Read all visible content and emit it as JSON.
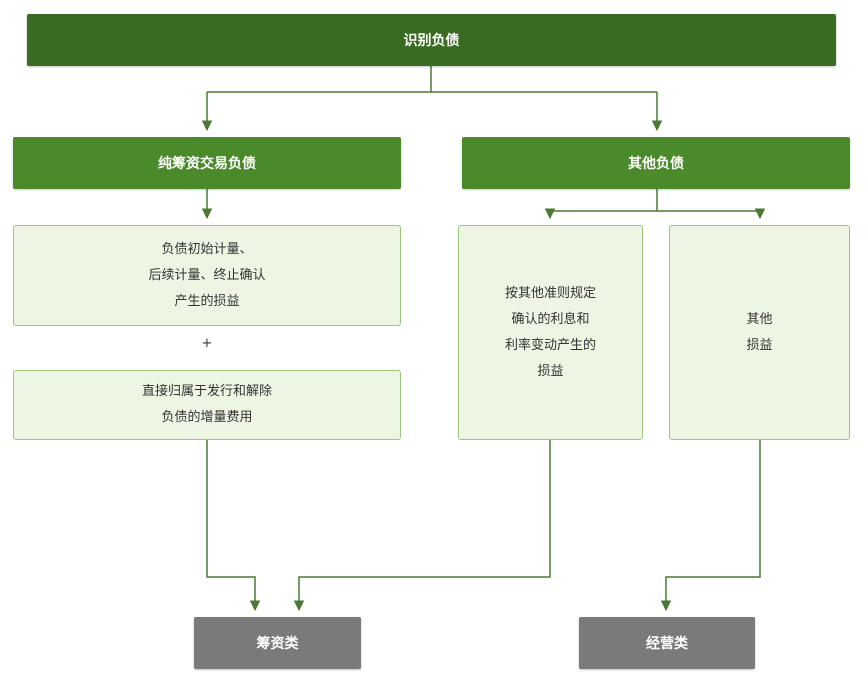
{
  "root": {
    "label": "识别负债"
  },
  "pure_financing": {
    "label": "纯筹资交易负债"
  },
  "other_liability": {
    "label": "其他负债"
  },
  "initial_measurement": {
    "lines": [
      "负债初始计量、",
      "后续计量、终止确认",
      "产生的损益"
    ]
  },
  "plus_sign": "+",
  "direct_costs": {
    "lines": [
      "直接归属于发行和解除",
      "负债的增量费用"
    ]
  },
  "other_standard_interest": {
    "lines": [
      "按其他准则规定",
      "确认的利息和",
      "利率变动产生的",
      "损益"
    ]
  },
  "other_gains": {
    "lines": [
      "其他",
      "损益"
    ]
  },
  "financing_class": {
    "label": "筹资类"
  },
  "operating_class": {
    "label": "经营类"
  },
  "colors": {
    "dark_green": "#3a6b22",
    "mid_green": "#4b8a2b",
    "light_green_fill": "#edf6e3",
    "light_green_border": "#9cc680",
    "grey": "#7a7a7a",
    "connector": "#4a7a32"
  }
}
